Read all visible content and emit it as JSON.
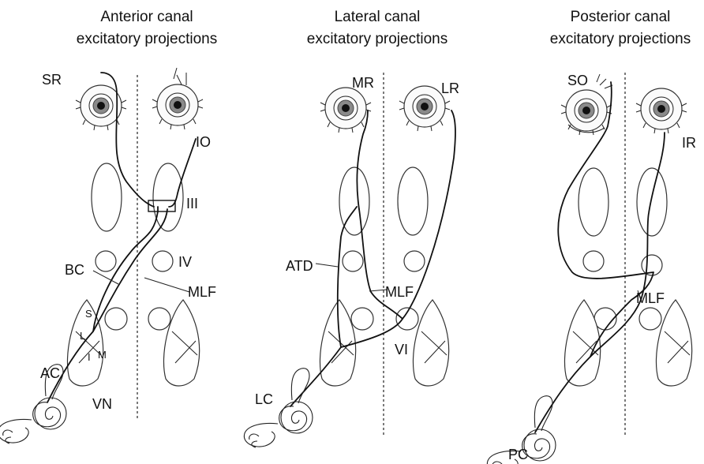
{
  "panels": [
    {
      "title_line1": "Anterior canal",
      "title_line2": "excitatory projections",
      "labels": {
        "sr": "SR",
        "io": "IO",
        "iii": "III",
        "iv": "IV",
        "bc": "BC",
        "mlf": "MLF",
        "s": "S",
        "l": "L",
        "i": "I",
        "m": "M",
        "ac": "AC",
        "vn": "VN"
      }
    },
    {
      "title_line1": "Lateral canal",
      "title_line2": "excitatory projections",
      "labels": {
        "mr": "MR",
        "lr": "LR",
        "atd": "ATD",
        "mlf": "MLF",
        "vi": "VI",
        "lc": "LC"
      }
    },
    {
      "title_line1": "Posterior canal",
      "title_line2": "excitatory projections",
      "labels": {
        "so": "SO",
        "ir": "IR",
        "mlf": "MLF",
        "pc": "PC"
      }
    }
  ]
}
